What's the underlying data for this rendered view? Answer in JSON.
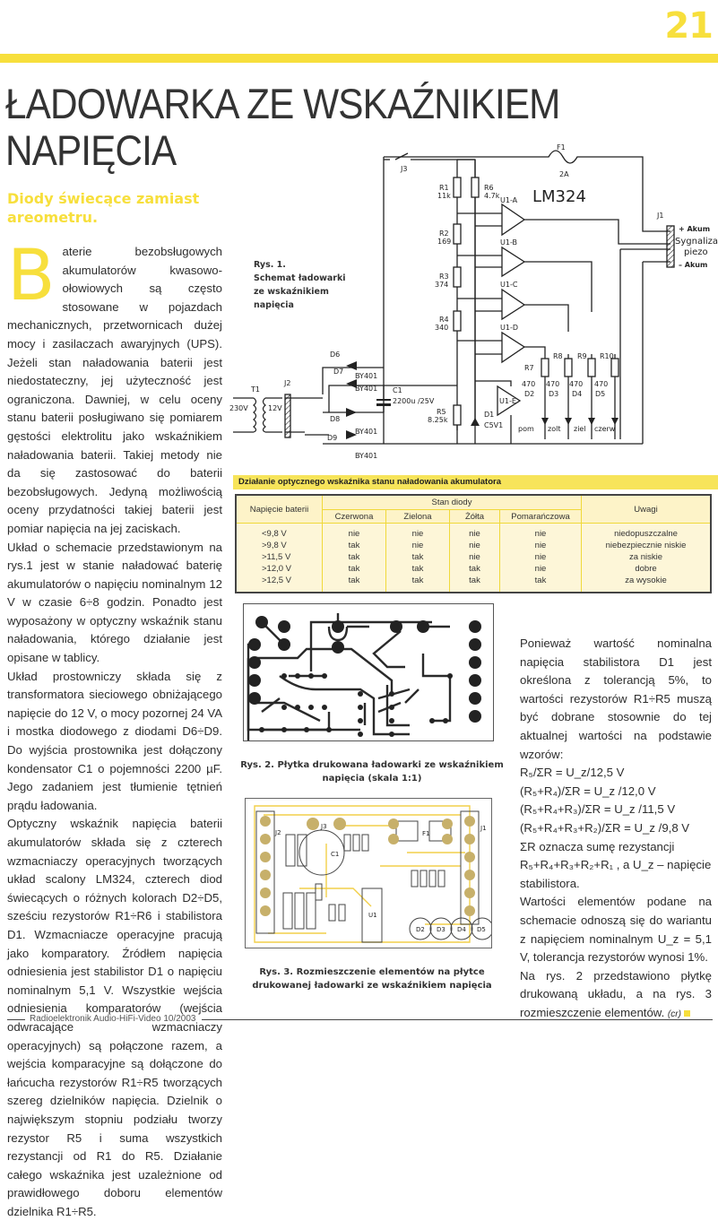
{
  "header": {
    "page_number": "21",
    "accent_color": "#f7df3c"
  },
  "article": {
    "title_line1": "ŁADOWARKA ZE WSKAŹNIKIEM",
    "title_line2": "NAPIĘCIA",
    "subtitle": "Diody świecące zamiast areometru.",
    "dropcap": "B",
    "col1": [
      "aterie bezobsługowych akumulatorów kwasowo-ołowiowych są często stosowane w pojazdach mechanicznych, przetwornicach dużej mocy i zasilaczach awaryjnych (UPS). Jeżeli stan naładowania baterii jest niedostateczny, jej użyteczność jest ograniczona. Dawniej, w celu oceny stanu baterii posługiwano się pomiarem gęstości elektrolitu jako wskaźnikiem naładowania baterii. Takiej metody nie da się zastosować do baterii bezobsługowych. Jedyną możliwością oceny przydatności takiej baterii jest pomiar napięcia na jej zaciskach.",
      "Układ o schemacie przedstawionym na rys.1 jest w stanie naładować baterię akumulatorów o napięciu nominalnym 12 V w czasie 6÷8 godzin. Ponadto jest wyposażony w optyczny wskaźnik stanu naładowania, którego działanie jest opisane w tablicy.",
      "Układ prostowniczy składa się z transformatora sieciowego obniżającego napięcie do 12 V, o mocy pozornej 24 VA i mostka diodowego z diodami D6÷D9. Do wyjścia prostownika jest dołączony kondensator C1 o pojemności 2200 µF. Jego zadaniem jest tłumienie tętnień prądu ładowania.",
      "Optyczny wskaźnik napięcia baterii akumulatorów składa się z czterech wzmacniaczy operacyjnych tworzących układ scalony LM324, czterech diod świecących o różnych kolorach D2÷D5, sześciu rezystorów R1÷R6 i stabilistora D1. Wzmacniacze operacyjne pracują jako komparatory. Źródłem napięcia odniesienia jest stabilistor D1 o napięciu nominalnym 5,1 V. Wszystkie wejścia odniesienia komparatorów (wejścia odwracające wzmacniaczy operacyjnych) są połączone razem, a wejścia komparacyjne są dołączone do łańcucha rezystorów R1÷R5 tworzących szereg dzielników napięcia. Dzielnik o największym stopniu podziału tworzy rezystor R5 i suma wszystkich rezystancji od R1 do R5. Działanie całego wskaźnika jest uzależnione od prawidłowego doboru elementów dzielnika R1÷R5."
    ],
    "col3_intro": "Ponieważ wartość nominalna napięcia stabilistora D1 jest określona z tolerancją 5%, to wartości rezystorów R1÷R5 muszą być dobrane stosownie do tej aktualnej wartości na podstawie wzorów:",
    "formulas": [
      "R₅/ΣR = U_z/12,5 V",
      "(R₅+R₄)/ΣR = U_z /12,0 V",
      "(R₅+R₄+R₃)/ΣR = U_z /11,5 V",
      "(R₅+R₄+R₃+R₂)/ΣR = U_z /9,8 V"
    ],
    "sum_note": "ΣR oznacza sumę rezystancji R₅+R₄+R₃+R₂+R₁ , a U_z – napięcie stabilistora.",
    "col3_p2": "Wartości elementów podane na schemacie odnoszą się do wariantu z napięciem nominalnym U_z = 5,1 V, tolerancja rezystorów wynosi 1%.",
    "col3_p3": "Na rys. 2 przedstawiono płytkę drukowaną układu, a na rys. 3 rozmieszczenie elementów.",
    "signature": "(cr)"
  },
  "figure1": {
    "caption_l1": "Rys. 1.",
    "caption_l2": "Schemat ładowarki",
    "caption_l3": "ze wskaźnikiem",
    "caption_l4": "napięcia",
    "labels": {
      "f1": "F1",
      "f1_val": "2A",
      "j3": "J3",
      "ic": "LM324",
      "r1": "R1",
      "r1v": "11k",
      "r2": "R2",
      "r2v": "169",
      "r3": "R3",
      "r3v": "374",
      "r4": "R4",
      "r4v": "340",
      "r5": "R5",
      "r5v": "8.25k",
      "r6": "R6",
      "r6v": "4.7k",
      "u1a": "U1-A",
      "u1b": "U1-B",
      "u1c": "U1-C",
      "u1d": "U1-D",
      "u1e": "U1-E",
      "j1": "J1",
      "akum_plus": "+ Akum",
      "sygn": "Sygnalizator",
      "piezo": "piezo",
      "akum_minus": "– Akum",
      "t1": "T1",
      "v230": "230V",
      "v12": "12V",
      "j2": "J2",
      "d6": "D6",
      "d7": "D7",
      "d8": "D8",
      "d9": "D9",
      "by401": "BY401",
      "c1": "C1",
      "c1v": "2200u /25V",
      "d1": "D1",
      "d1v": "C5V1",
      "r7": "R7",
      "r8": "R8",
      "r9": "R9",
      "r10": "R10",
      "r470": "470",
      "d2": "D2",
      "d3": "D3",
      "d4": "D4",
      "d5": "D5",
      "pom": "pom",
      "zolt": "zolt",
      "ziel": "ziel",
      "czerw": "czerw"
    }
  },
  "table": {
    "title": "Działanie optycznego wskaźnika stanu naładowania akumulatora",
    "col_voltage": "Napięcie baterii",
    "group_header": "Stan diody",
    "col_notes": "Uwagi",
    "diode_cols": [
      "Czerwona",
      "Zielona",
      "Żółta",
      "Pomarańczowa"
    ],
    "rows": [
      {
        "voltage": "<9,8  V",
        "states": [
          "nie",
          "nie",
          "nie",
          "nie"
        ],
        "note": "niedopuszczalne"
      },
      {
        "voltage": ">9,8  V",
        "states": [
          "tak",
          "nie",
          "nie",
          "nie"
        ],
        "note": "niebezpiecznie niskie"
      },
      {
        "voltage": ">11,5  V",
        "states": [
          "tak",
          "tak",
          "nie",
          "nie"
        ],
        "note": "za niskie"
      },
      {
        "voltage": ">12,0  V",
        "states": [
          "tak",
          "tak",
          "tak",
          "nie"
        ],
        "note": "dobre"
      },
      {
        "voltage": ">12,5  V",
        "states": [
          "tak",
          "tak",
          "tak",
          "tak"
        ],
        "note": "za wysokie"
      }
    ]
  },
  "figure2": {
    "caption_l1": "Rys. 2. Płytka drukowana ładowarki ze wskaźnikiem",
    "caption_l2": "napięcia (skala 1:1)"
  },
  "figure3": {
    "caption_l1": "Rys. 3. Rozmieszczenie elementów na płytce",
    "caption_l2": "drukowanej ładowarki ze wskaźnikiem napięcia",
    "labels": {
      "j1": "J1",
      "j2": "J2",
      "j3": "J3",
      "c1": "C1",
      "f1": "F1",
      "u1": "U1",
      "d2": "D2",
      "d3": "D3",
      "d4": "D4",
      "d5": "D5"
    }
  },
  "footer": {
    "text": "Radioelektronik Audio-HiFi-Video 10/2003"
  }
}
